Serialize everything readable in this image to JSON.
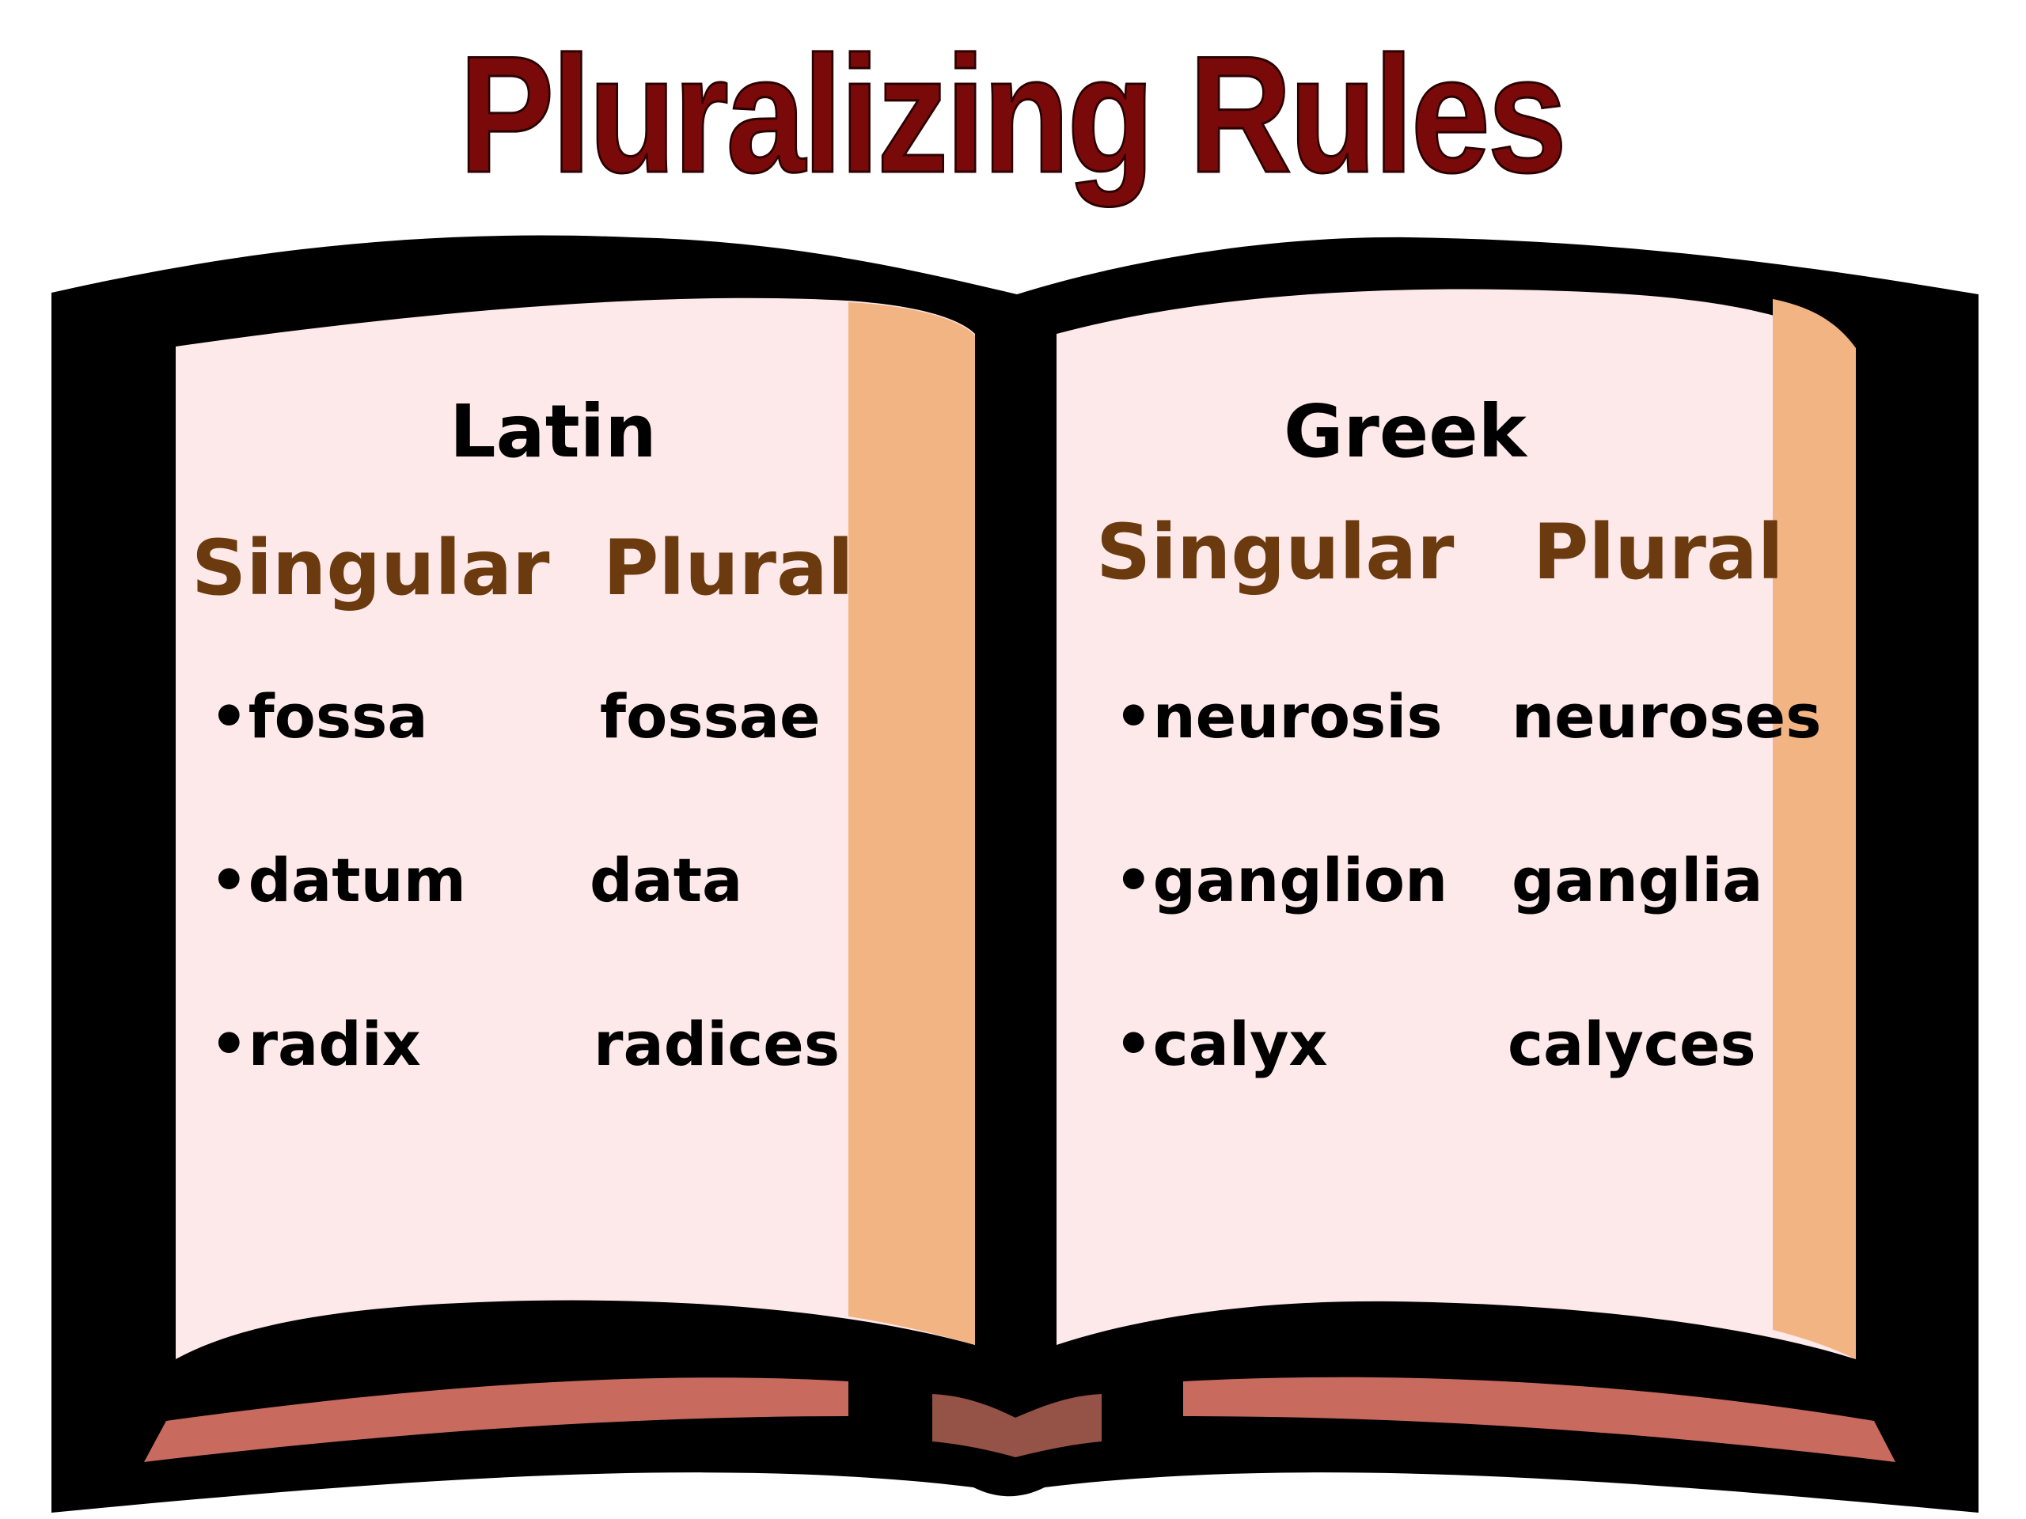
{
  "title": "Pluralizing Rules",
  "colors": {
    "title": "#7a0a0a",
    "book_cover": "#000000",
    "page_fill": "#fde8ea",
    "page_edge": "#f2b482",
    "ribbon": "#c86a5e",
    "spine_ribbon": "#955247",
    "column_heading": "#6b3a0e"
  },
  "latin": {
    "heading": "Latin",
    "singular_label": "Singular",
    "plural_label": "Plural",
    "rows": [
      {
        "singular": "•fossa",
        "plural": "fossae"
      },
      {
        "singular": "•datum",
        "plural": "data"
      },
      {
        "singular": "•radix",
        "plural": "radices"
      }
    ]
  },
  "greek": {
    "heading": "Greek",
    "singular_label": "Singular",
    "plural_label": "Plural",
    "rows": [
      {
        "singular": "•neurosis",
        "plural": "neuroses"
      },
      {
        "singular": "•ganglion",
        "plural": "ganglia"
      },
      {
        "singular": "•calyx",
        "plural": "calyces"
      }
    ]
  }
}
